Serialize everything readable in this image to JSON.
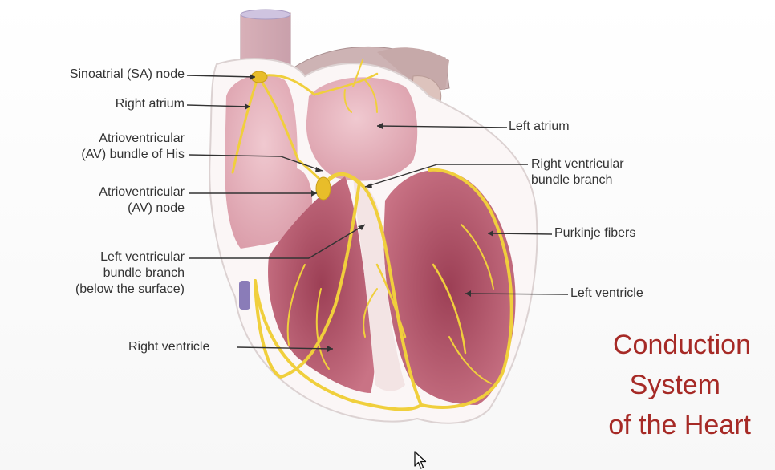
{
  "title": {
    "line1": "Conduction",
    "line2": "System",
    "line3": "of the Heart"
  },
  "labels": {
    "sa_node": "Sinoatrial (SA) node",
    "right_atrium": "Right atrium",
    "av_bundle_line1": "Atrioventricular",
    "av_bundle_line2": "(AV) bundle of His",
    "av_node_line1": "Atrioventricular",
    "av_node_line2": "(AV) node",
    "lv_branch_line1": "Left ventricular",
    "lv_branch_line2": "bundle branch",
    "lv_branch_line3": "(below the surface)",
    "right_ventricle": "Right ventricle",
    "left_atrium": "Left atrium",
    "rv_branch_line1": "Right ventricular",
    "rv_branch_line2": "bundle branch",
    "purkinje": "Purkinje fibers",
    "left_ventricle": "Left ventricle"
  },
  "colors": {
    "title": "#a62a26",
    "conduction": "#f0cf3c",
    "heart_wall": "#fbf6f6",
    "muscle": "#b85a6c",
    "chamber": "#e7b3bd"
  },
  "icons": {
    "cursor": "mouse-pointer-icon"
  }
}
